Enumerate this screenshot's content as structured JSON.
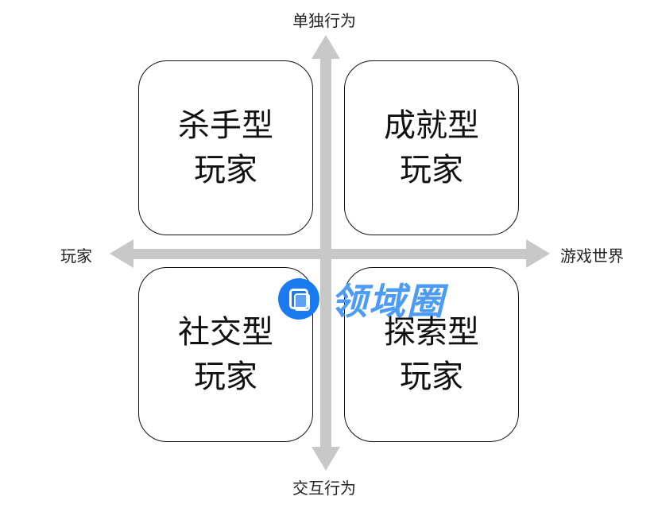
{
  "axes": {
    "top": "单独行为",
    "bottom": "交互行为",
    "left": "玩家",
    "right": "游戏世界"
  },
  "quadrants": [
    {
      "line1": "杀手型",
      "line2": "玩家"
    },
    {
      "line1": "成就型",
      "line2": "玩家"
    },
    {
      "line1": "社交型",
      "line2": "玩家"
    },
    {
      "line1": "探索型",
      "line2": "玩家"
    }
  ],
  "watermark": "领域圈",
  "colors": {
    "axis": "#c8c8c8",
    "watermark": "#1a7af0"
  }
}
